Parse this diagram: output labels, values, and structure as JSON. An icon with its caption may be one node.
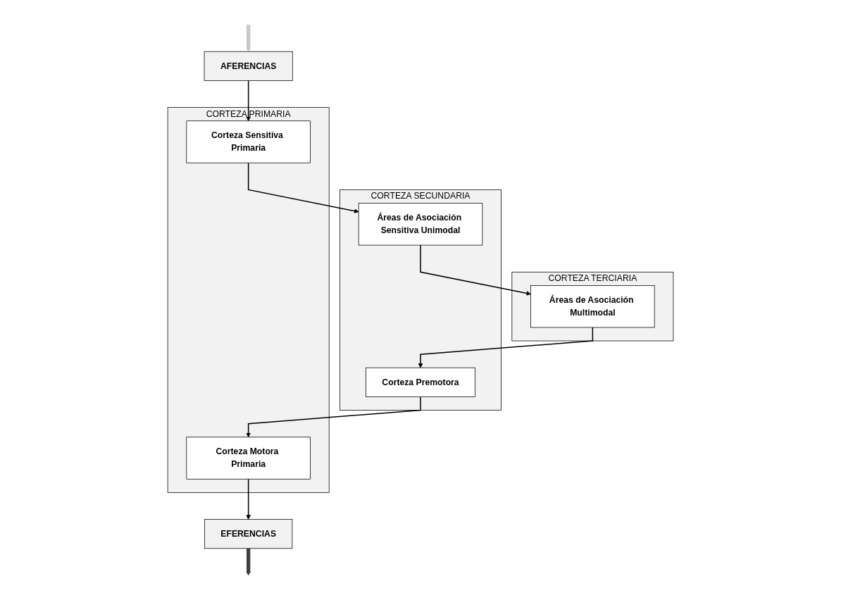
{
  "diagram": {
    "nodes": [
      {
        "text": [
          "CORTEZA TERCIARIA"
        ]
      },
      {
        "text": [
          "Áreas de Asociación Multimodal"
        ],
        "in": 0
      },
      {
        "text": [
          "CORTEZA SECUNDARIA"
        ]
      },
      {
        "text": [
          "Corteza Premotora"
        ],
        "in": 2
      },
      {
        "text": [
          "Áreas de Asociación Sensitiva Unimodal"
        ],
        "in": 2
      },
      {
        "text": [
          "CORTEZA PRIMARIA"
        ]
      },
      {
        "text": [
          "Corteza Motora Primaria"
        ],
        "in": 5
      },
      {
        "text": [
          "Corteza Sensitiva Primaria"
        ],
        "in": 5
      },
      {
        "text": [
          "EFERENCIAS"
        ]
      },
      {
        "text": [
          "AFERENCIAS"
        ]
      }
    ],
    "edges": [
      {
        "from": 1,
        "to": 3,
        "arrow": "to"
      },
      {
        "from": 3,
        "to": 6,
        "arrow": "to"
      },
      {
        "from": 6,
        "to": 8,
        "arrow": "to"
      },
      {
        "from": 8,
        "to": null,
        "arrow": "to",
        "style": "thick",
        "color": "#404040"
      },
      {
        "from": null,
        "to": 9,
        "arrow": "to",
        "style": "thick",
        "color": "#c8c8c8"
      },
      {
        "from": 9,
        "to": 7,
        "arrow": "to"
      },
      {
        "from": 7,
        "to": 4,
        "arrow": "to"
      },
      {
        "from": 4,
        "to": 1,
        "arrow": "to"
      }
    ]
  }
}
